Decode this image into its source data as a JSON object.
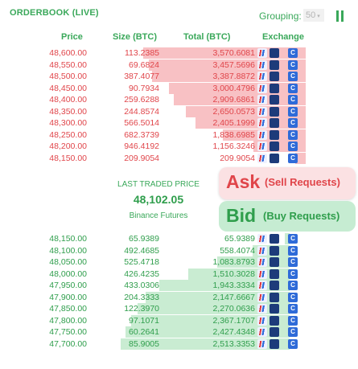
{
  "header": {
    "title": "ORDERBOOK (LIVE)",
    "grouping_label": "Grouping:",
    "grouping_value": "50"
  },
  "columns": {
    "price": "Price",
    "size": "Size (BTC)",
    "total": "Total (BTC)",
    "exchange": "Exchange"
  },
  "asks": [
    {
      "price": "48,600.00",
      "size": "113.2385",
      "total": "3,570.6081",
      "depth": 0.96
    },
    {
      "price": "48,550.00",
      "size": "69.6824",
      "total": "3,457.5696",
      "depth": 0.93
    },
    {
      "price": "48,500.00",
      "size": "387.4077",
      "total": "3,387.8872",
      "depth": 0.91
    },
    {
      "price": "48,450.00",
      "size": "90.7934",
      "total": "3,000.4796",
      "depth": 0.81
    },
    {
      "price": "48,400.00",
      "size": "259.6288",
      "total": "2,909.6861",
      "depth": 0.78
    },
    {
      "price": "48,350.00",
      "size": "244.8574",
      "total": "2,650.0573",
      "depth": 0.71
    },
    {
      "price": "48,300.00",
      "size": "566.5014",
      "total": "2,405.1999",
      "depth": 0.65
    },
    {
      "price": "48,250.00",
      "size": "682.3739",
      "total": "1,838.6985",
      "depth": 0.49
    },
    {
      "price": "48,200.00",
      "size": "946.4192",
      "total": "1,156.3246",
      "depth": 0.31
    },
    {
      "price": "48,150.00",
      "size": "209.9054",
      "total": "209.9054",
      "depth": 0.06
    }
  ],
  "last_trade": {
    "label": "LAST TRADED PRICE",
    "price": "48,102.05",
    "source": "Binance Futures"
  },
  "bids": [
    {
      "price": "48,150.00",
      "size": "65.9389",
      "total": "65.9389",
      "depth": 0.03
    },
    {
      "price": "48,100.00",
      "size": "492.4685",
      "total": "558.4074",
      "depth": 0.22
    },
    {
      "price": "48,050.00",
      "size": "525.4718",
      "total": "1,083.8793",
      "depth": 0.43
    },
    {
      "price": "48,000.00",
      "size": "426.4235",
      "total": "1,510.3028",
      "depth": 0.6
    },
    {
      "price": "47,950.00",
      "size": "433.0306",
      "total": "1,943.3334",
      "depth": 0.77
    },
    {
      "price": "47,900.00",
      "size": "204.3333",
      "total": "2,147.6667",
      "depth": 0.85
    },
    {
      "price": "47,850.00",
      "size": "122.3970",
      "total": "2,270.0636",
      "depth": 0.9
    },
    {
      "price": "47,800.00",
      "size": "97.1071",
      "total": "2,367.1707",
      "depth": 0.94
    },
    {
      "price": "47,750.00",
      "size": "60.2641",
      "total": "2,427.4348",
      "depth": 0.97
    },
    {
      "price": "47,700.00",
      "size": "85.9005",
      "total": "2,513.3353",
      "depth": 1.0
    }
  ],
  "annotations": {
    "ask_big": "Ask",
    "ask_small": "(Sell Requests)",
    "bid_big": "Bid",
    "bid_small": "(Buy Requests)"
  },
  "exchange_icons": {
    "ftx": "ftx-icon",
    "deribit": "deribit-icon",
    "coinbase": "coinbase-icon",
    "coinbase_letter": "C"
  },
  "colors": {
    "green": "#3aa85a",
    "ask_red": "#e0454a",
    "ask_bar": "#f8c1c4",
    "bid_bar": "#c9ecd2"
  }
}
